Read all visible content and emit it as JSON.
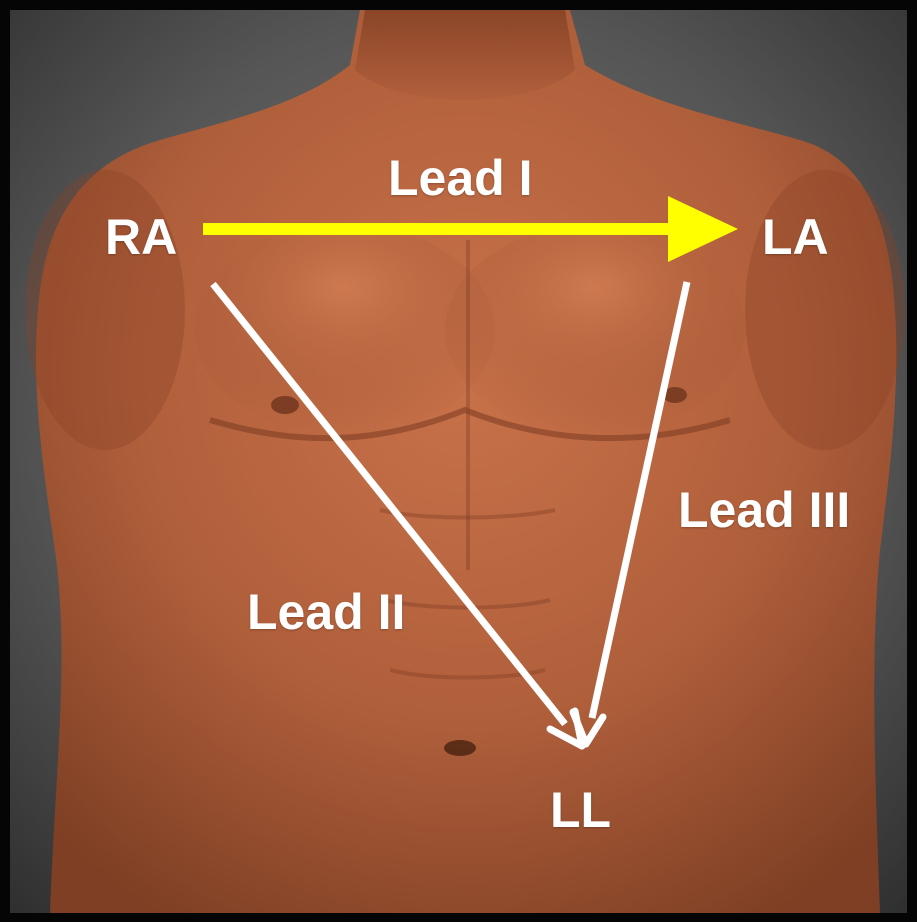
{
  "electrodes": {
    "ra": "RA",
    "la": "LA",
    "ll": "LL"
  },
  "leads": {
    "lead_1": "Lead I",
    "lead_2": "Lead II",
    "lead_3": "Lead III"
  },
  "colors": {
    "lead_1_arrow": "#ffff00",
    "lead_2_arrow": "#ffffff",
    "lead_3_arrow": "#ffffff",
    "label_text": "#ffffff",
    "skin": "#b8623f",
    "background": "#5a5a5a"
  }
}
